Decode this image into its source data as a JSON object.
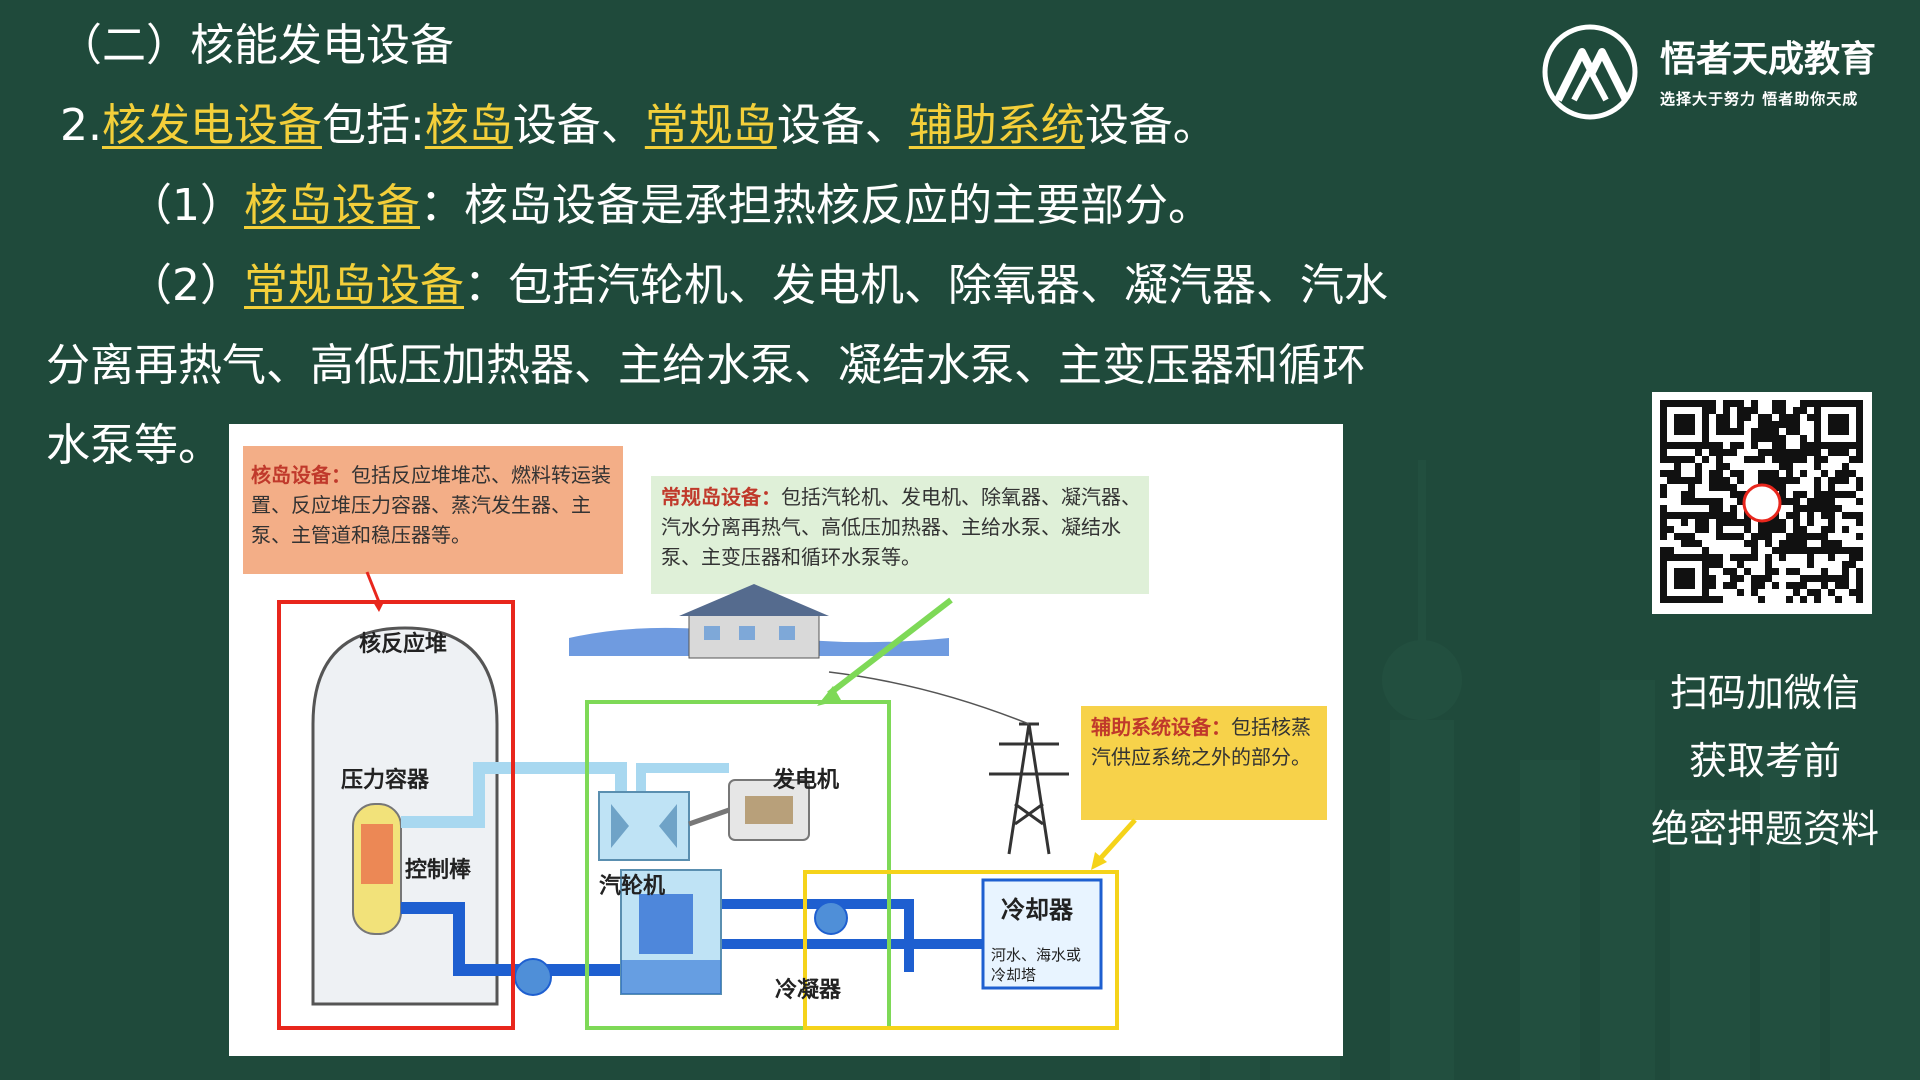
{
  "heading": "（二）核能发电设备",
  "line2": {
    "prefix": "2.",
    "link1": "核发电设备",
    "t1": "包括:",
    "link2": "核岛",
    "t2": "设备、",
    "link3": "常规岛",
    "t3": "设备、",
    "link4": "辅助系统",
    "t4": "设备。"
  },
  "item1": {
    "num": "（1）",
    "link": "核岛设备",
    "text": "：核岛设备是承担热核反应的主要部分。"
  },
  "item2": {
    "num": "（2）",
    "link": "常规岛设备",
    "text_a": "：包括汽轮机、发电机、除氧器、凝汽器、汽水",
    "text_b": "分离再热气、高低压加热器、主给水泵、凝结水泵、主变压器和循环",
    "text_c": "水泵等。"
  },
  "logo": {
    "name": "悟者天成教育",
    "slogan": "选择大于努力 悟者助你天成"
  },
  "qr_caption": [
    "扫码加微信",
    "获取考前",
    "绝密押题资料"
  ],
  "diagram": {
    "caption_nuclear": {
      "title": "核岛设备：",
      "body": "包括反应堆堆芯、燃料转运装置、反应堆压力容器、蒸汽发生器、主泵、主管道和稳压器等。"
    },
    "caption_conventional": {
      "title": "常规岛设备：",
      "body": "包括汽轮机、发电机、除氧器、凝汽器、汽水分离再热气、高低压加热器、主给水泵、凝结水泵、主变压器和循环水泵等。"
    },
    "caption_aux": {
      "title": "辅助系统设备：",
      "body": "包括核蒸汽供应系统之外的部分。"
    },
    "labels": {
      "reactor": "核反应堆",
      "pressure_vessel": "压力容器",
      "control_rod": "控制棒",
      "generator": "发电机",
      "turbine": "汽轮机",
      "condenser": "冷凝器",
      "cooler": "冷却器",
      "cooler_note_1": "河水、海水或",
      "cooler_note_2": "冷却塔"
    }
  },
  "colors": {
    "background": "#1f4a3b",
    "highlight": "#f3cf3a",
    "nuclear_box": "#e8261c",
    "conventional_box": "#7ed957",
    "aux_box": "#f5d31a",
    "pipe": "#1e5fd0"
  }
}
